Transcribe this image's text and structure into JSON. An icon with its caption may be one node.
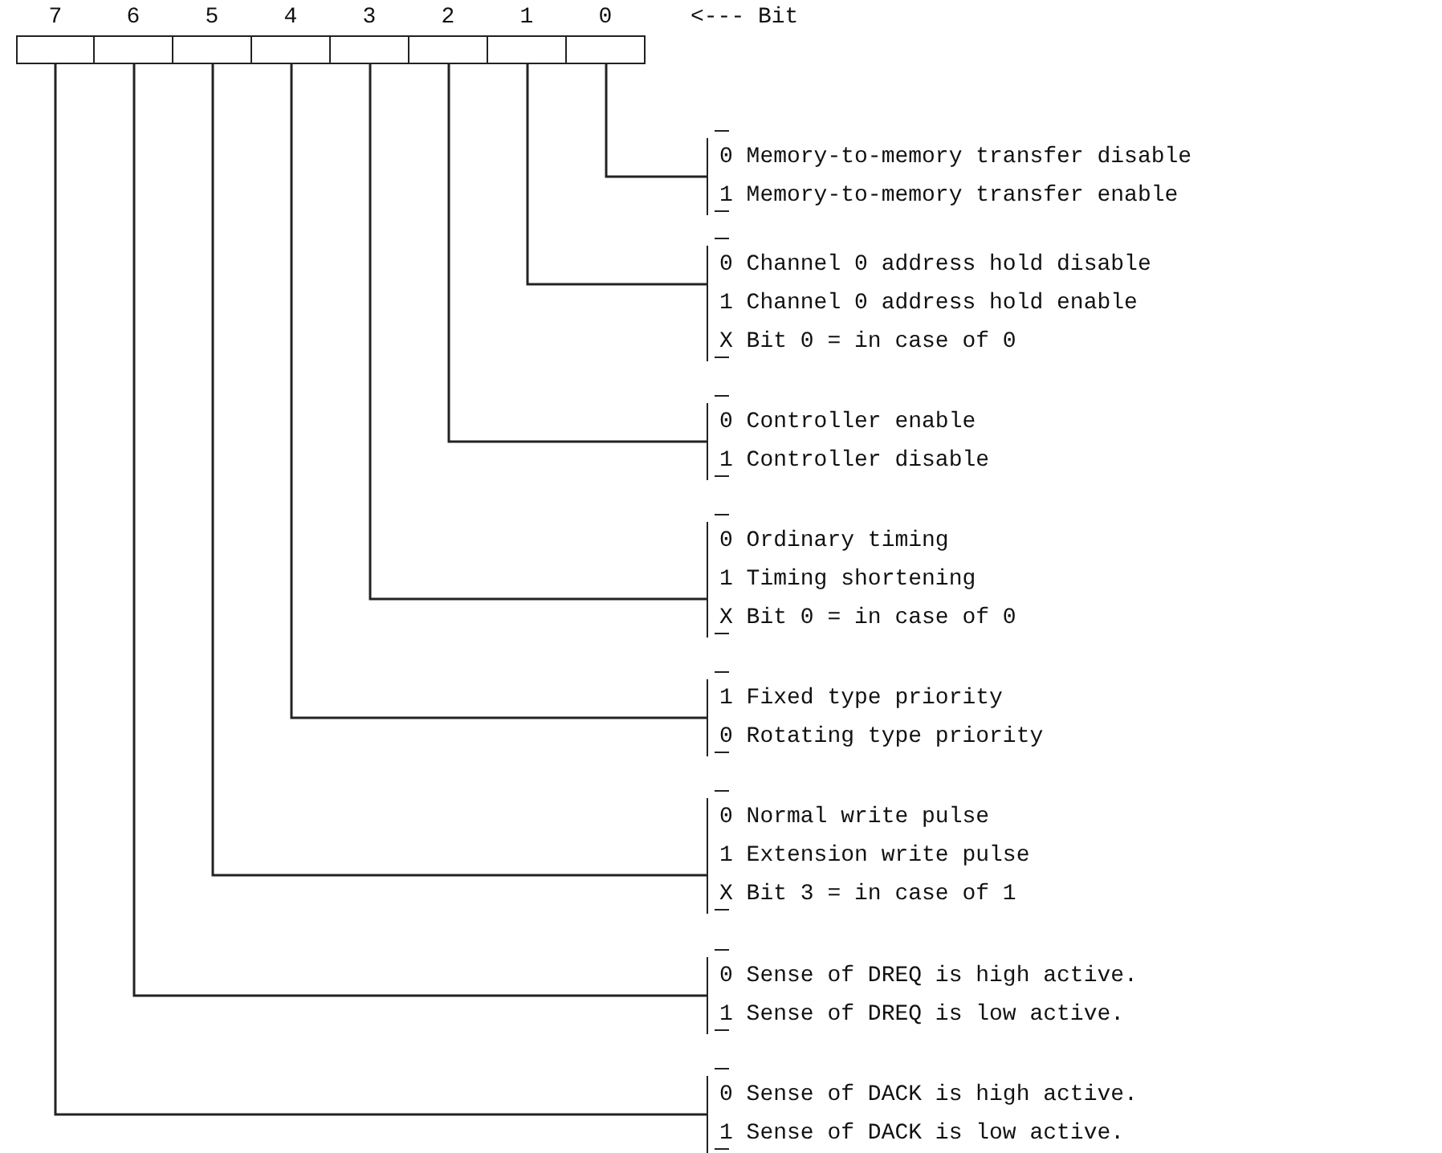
{
  "diagram": {
    "nodes": [
      {
        "text": [
          "7"
        ]
      },
      {
        "text": [
          "6"
        ]
      },
      {
        "text": [
          "5"
        ]
      },
      {
        "text": [
          "4"
        ]
      },
      {
        "text": [
          "3"
        ]
      },
      {
        "text": [
          "2"
        ]
      },
      {
        "text": [
          "1"
        ]
      },
      {
        "text": [
          "0"
        ]
      },
      {
        "text": [
          "0 Memory-to-memory transfer disable",
          "1 Memory-to-memory transfer enable"
        ]
      },
      {
        "text": [
          "0 Channel 0 address hold disable",
          "1 Channel 0 address hold enable",
          "X Bit 0 = in case of 0"
        ]
      },
      {
        "text": [
          "0 Controller enable",
          "1 Controller disable"
        ]
      },
      {
        "text": [
          "0 Ordinary timing",
          "1 Timing shortening",
          "X Bit 0 = in case of 0"
        ]
      },
      {
        "text": [
          "1 Fixed type priority",
          "0 Rotating type priority"
        ]
      },
      {
        "text": [
          "0 Normal write pulse",
          "1 Extension write pulse",
          "X Bit 3 = in case of 1"
        ]
      },
      {
        "text": [
          "0 Sense of DREQ is high active.",
          "1 Sense of DREQ is low active."
        ]
      },
      {
        "text": [
          "0 Sense of DACK is high active.",
          "1 Sense of DACK is low active."
        ]
      }
    ],
    "edges": [
      {
        "from": 7,
        "to": 8,
        "arrow": "none"
      },
      {
        "from": 6,
        "to": 9,
        "arrow": "none"
      },
      {
        "from": 5,
        "to": 10,
        "arrow": "none"
      },
      {
        "from": 4,
        "to": 11,
        "arrow": "none"
      },
      {
        "from": 3,
        "to": 12,
        "arrow": "none"
      },
      {
        "from": 2,
        "to": 13,
        "arrow": "none"
      },
      {
        "from": 1,
        "to": 14,
        "arrow": "none"
      },
      {
        "from": 0,
        "to": 15,
        "arrow": "none"
      }
    ],
    "labels": [
      "<--- Bit"
    ]
  }
}
